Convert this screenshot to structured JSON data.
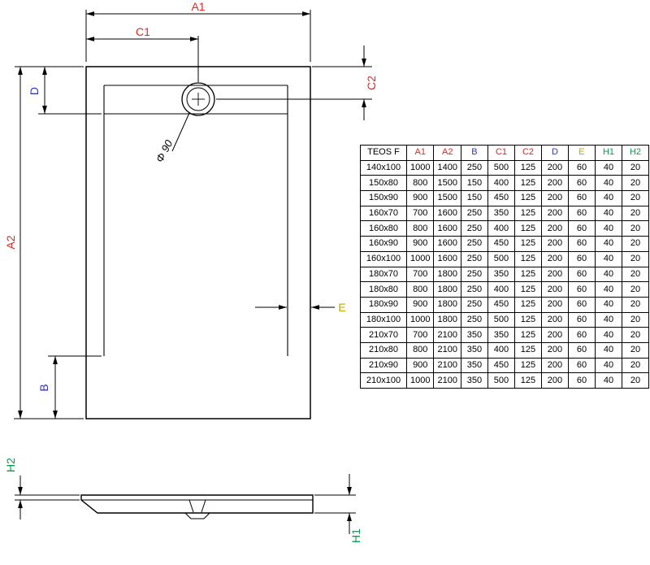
{
  "colors": {
    "red": "#e5231f",
    "blue": "#3232c8",
    "yellow": "#b9a900",
    "green": "#009e4b",
    "line": "#000000"
  },
  "diagram": {
    "labels": {
      "a1": "A1",
      "a2": "A2",
      "b": "B",
      "c1": "C1",
      "c2": "C2",
      "d": "D",
      "e": "E",
      "h1": "H1",
      "h2": "H2",
      "drain_diameter": "Φ 90"
    }
  },
  "table": {
    "header": [
      {
        "label": "TEOS F",
        "color": "#000000"
      },
      {
        "label": "A1",
        "color": "#e5231f"
      },
      {
        "label": "A2",
        "color": "#e5231f"
      },
      {
        "label": "B",
        "color": "#3232c8"
      },
      {
        "label": "C1",
        "color": "#e5231f"
      },
      {
        "label": "C2",
        "color": "#e5231f"
      },
      {
        "label": "D",
        "color": "#3232c8"
      },
      {
        "label": "E",
        "color": "#b9a900"
      },
      {
        "label": "H1",
        "color": "#009e4b"
      },
      {
        "label": "H2",
        "color": "#009e4b"
      }
    ],
    "rows": [
      {
        "model": "140x100",
        "values": [
          "1000",
          "1400",
          "250",
          "500",
          "125",
          "200",
          "60",
          "40",
          "20"
        ]
      },
      {
        "model": "150x80",
        "values": [
          "800",
          "1500",
          "150",
          "400",
          "125",
          "200",
          "60",
          "40",
          "20"
        ]
      },
      {
        "model": "150x90",
        "values": [
          "900",
          "1500",
          "150",
          "450",
          "125",
          "200",
          "60",
          "40",
          "20"
        ]
      },
      {
        "model": "160x70",
        "values": [
          "700",
          "1600",
          "250",
          "350",
          "125",
          "200",
          "60",
          "40",
          "20"
        ]
      },
      {
        "model": "160x80",
        "values": [
          "800",
          "1600",
          "250",
          "400",
          "125",
          "200",
          "60",
          "40",
          "20"
        ]
      },
      {
        "model": "160x90",
        "values": [
          "900",
          "1600",
          "250",
          "450",
          "125",
          "200",
          "60",
          "40",
          "20"
        ]
      },
      {
        "model": "160x100",
        "values": [
          "1000",
          "1600",
          "250",
          "500",
          "125",
          "200",
          "60",
          "40",
          "20"
        ]
      },
      {
        "model": "180x70",
        "values": [
          "700",
          "1800",
          "250",
          "350",
          "125",
          "200",
          "60",
          "40",
          "20"
        ]
      },
      {
        "model": "180x80",
        "values": [
          "800",
          "1800",
          "250",
          "400",
          "125",
          "200",
          "60",
          "40",
          "20"
        ]
      },
      {
        "model": "180x90",
        "values": [
          "900",
          "1800",
          "250",
          "450",
          "125",
          "200",
          "60",
          "40",
          "20"
        ]
      },
      {
        "model": "180x100",
        "values": [
          "1000",
          "1800",
          "250",
          "500",
          "125",
          "200",
          "60",
          "40",
          "20"
        ]
      },
      {
        "model": "210x70",
        "values": [
          "700",
          "2100",
          "350",
          "350",
          "125",
          "200",
          "60",
          "40",
          "20"
        ]
      },
      {
        "model": "210x80",
        "values": [
          "800",
          "2100",
          "350",
          "400",
          "125",
          "200",
          "60",
          "40",
          "20"
        ]
      },
      {
        "model": "210x90",
        "values": [
          "900",
          "2100",
          "350",
          "450",
          "125",
          "200",
          "60",
          "40",
          "20"
        ]
      },
      {
        "model": "210x100",
        "values": [
          "1000",
          "2100",
          "350",
          "500",
          "125",
          "200",
          "60",
          "40",
          "20"
        ]
      }
    ]
  }
}
